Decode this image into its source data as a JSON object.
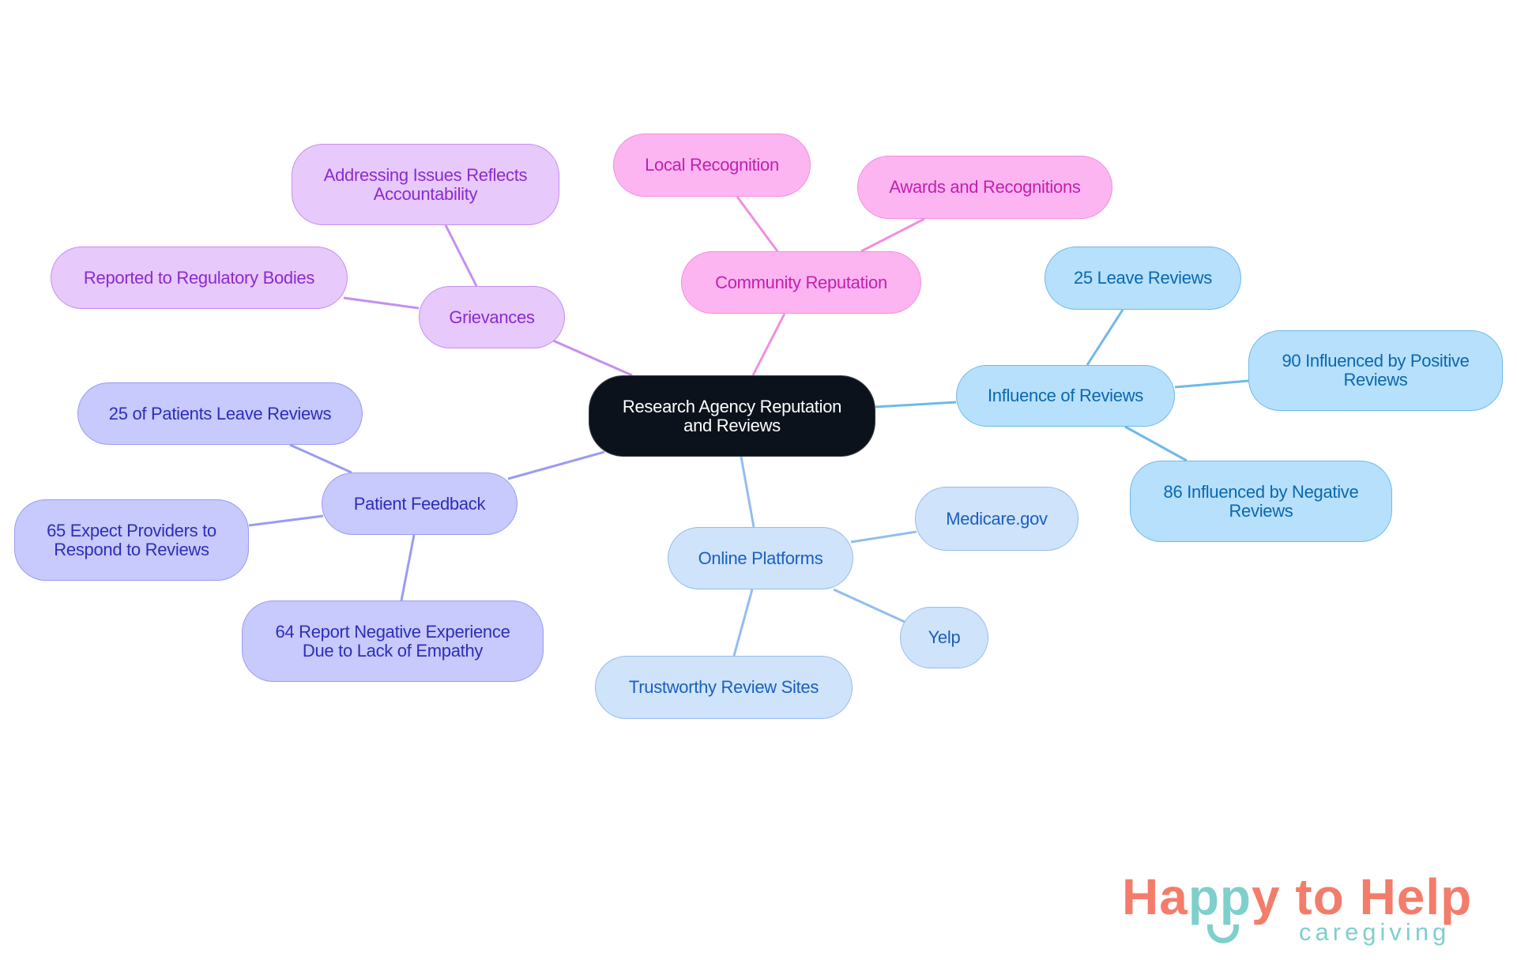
{
  "colors": {
    "root": "#0c121b",
    "grievances_branch": "#c48ff0",
    "community_branch": "#f08ee0",
    "influence_branch": "#6fb9ea",
    "online_branch": "#93bdee",
    "patient_branch": "#9a9cf0",
    "logo_coral": "#f47c6a",
    "logo_teal": "#7fcfcd"
  },
  "root": {
    "label": "Research Agency Reputation and Reviews",
    "line1": "Research Agency Reputation",
    "line2": "and Reviews"
  },
  "branches": {
    "grievances": {
      "label": "Grievances",
      "children": [
        {
          "line1": "Addressing Issues Reflects",
          "line2": "Accountability"
        },
        {
          "line1": "Reported to Regulatory Bodies"
        }
      ]
    },
    "community": {
      "label": "Community Reputation",
      "children": [
        {
          "line1": "Local Recognition"
        },
        {
          "line1": "Awards and Recognitions"
        }
      ]
    },
    "influence": {
      "label": "Influence of Reviews",
      "children": [
        {
          "line1": "25 Leave Reviews"
        },
        {
          "line1": "90 Influenced by Positive",
          "line2": "Reviews"
        },
        {
          "line1": "86 Influenced by Negative",
          "line2": "Reviews"
        }
      ]
    },
    "online": {
      "label": "Online Platforms",
      "children": [
        {
          "line1": "Medicare.gov"
        },
        {
          "line1": "Yelp"
        },
        {
          "line1": "Trustworthy Review Sites"
        }
      ]
    },
    "patient": {
      "label": "Patient Feedback",
      "children": [
        {
          "line1": "25 of Patients Leave Reviews"
        },
        {
          "line1": "65 Expect Providers to",
          "line2": "Respond to Reviews"
        },
        {
          "line1": "64 Report Negative Experience",
          "line2": "Due to Lack of Empathy"
        }
      ]
    }
  },
  "logo": {
    "part1": "Ha",
    "part2": "pp",
    "part3": "y to Help",
    "subtitle": "caregiving"
  }
}
